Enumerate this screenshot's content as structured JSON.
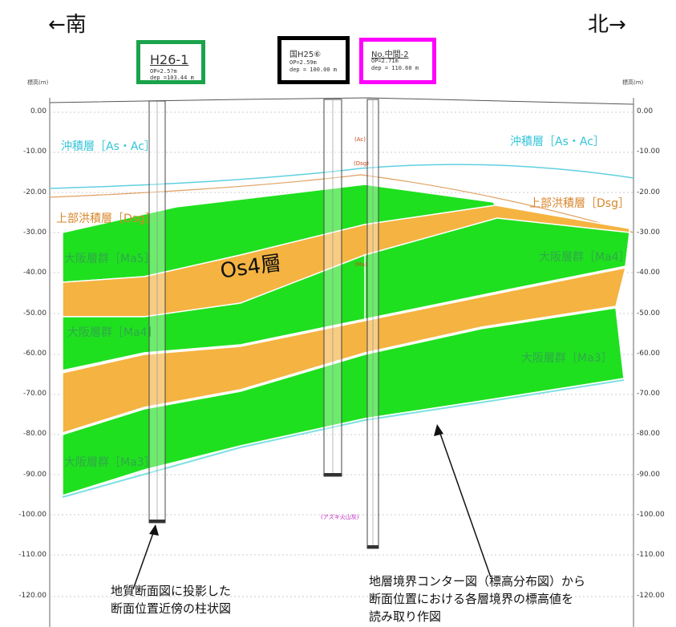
{
  "direction": {
    "south": "←南",
    "north": "北→"
  },
  "boreholes": [
    {
      "id": "H26-1",
      "line1": "OP=2.5?m",
      "line2": "dep =103.44 m",
      "box_color": "#1aa34a"
    },
    {
      "id": "国H25⑥",
      "line1": "OP=2.59m",
      "line2": "dep = 100.00 m",
      "box_color": "#000000"
    },
    {
      "id": "No.中間-2",
      "line1": "OP=2.71m",
      "line2": "dep = 110.60 m",
      "box_color": "#ff00ff"
    }
  ],
  "axis": {
    "label_left": "標高(m)",
    "label_right": "標高(m)",
    "ticks_left": [
      "0.00",
      "-10.00",
      "-20.00",
      "-30.00",
      "-40.00",
      "-50.00",
      "-60.00",
      "-70.00",
      "-80.00",
      "-90.00",
      "-100.00",
      "-110.00",
      "-120.00"
    ],
    "ticks_right": [
      "0.00",
      "-10.00",
      "-20.00",
      "-30.00",
      "-40.00",
      "-50.00",
      "-60.00",
      "-70.00",
      "-80.00",
      "-90.00",
      "-100.00",
      "-110.00",
      "-120.00"
    ]
  },
  "layers": {
    "as_ac_left": "沖積層［As・Ac］",
    "as_ac_right": "沖積層［As・Ac］",
    "dsg_left": "上部洪積層［Dsg］",
    "dsg_right": "上部洪積層［Dsg］",
    "ma5": "大阪層群［Ma5］",
    "ma4_left": "大阪層群［Ma4］",
    "ma4_right": "大阪層群［Ma4］",
    "ma3_left": "大阪層群［Ma3］",
    "ma3_right": "大阪層群［Ma3］",
    "os4": "Os4層"
  },
  "borehole_marks": {
    "ac": "(Ac)",
    "dsg": "(Dsg)",
    "ma": "(Ma)",
    "ash": "(アズキ火山灰)"
  },
  "captions": {
    "left": [
      "地質断面図に投影した",
      "断面位置近傍の柱状図"
    ],
    "right": [
      "地層境界コンター図（標高分布図）から",
      "断面位置における各層境界の標高値を",
      "読み取り作図"
    ]
  },
  "colors": {
    "green_layer": "#1fe01f",
    "orange_layer": "#f5b341",
    "cyan_text": "#33c4d8",
    "orange_text": "#d8862a",
    "green_text": "#2fa84a"
  }
}
